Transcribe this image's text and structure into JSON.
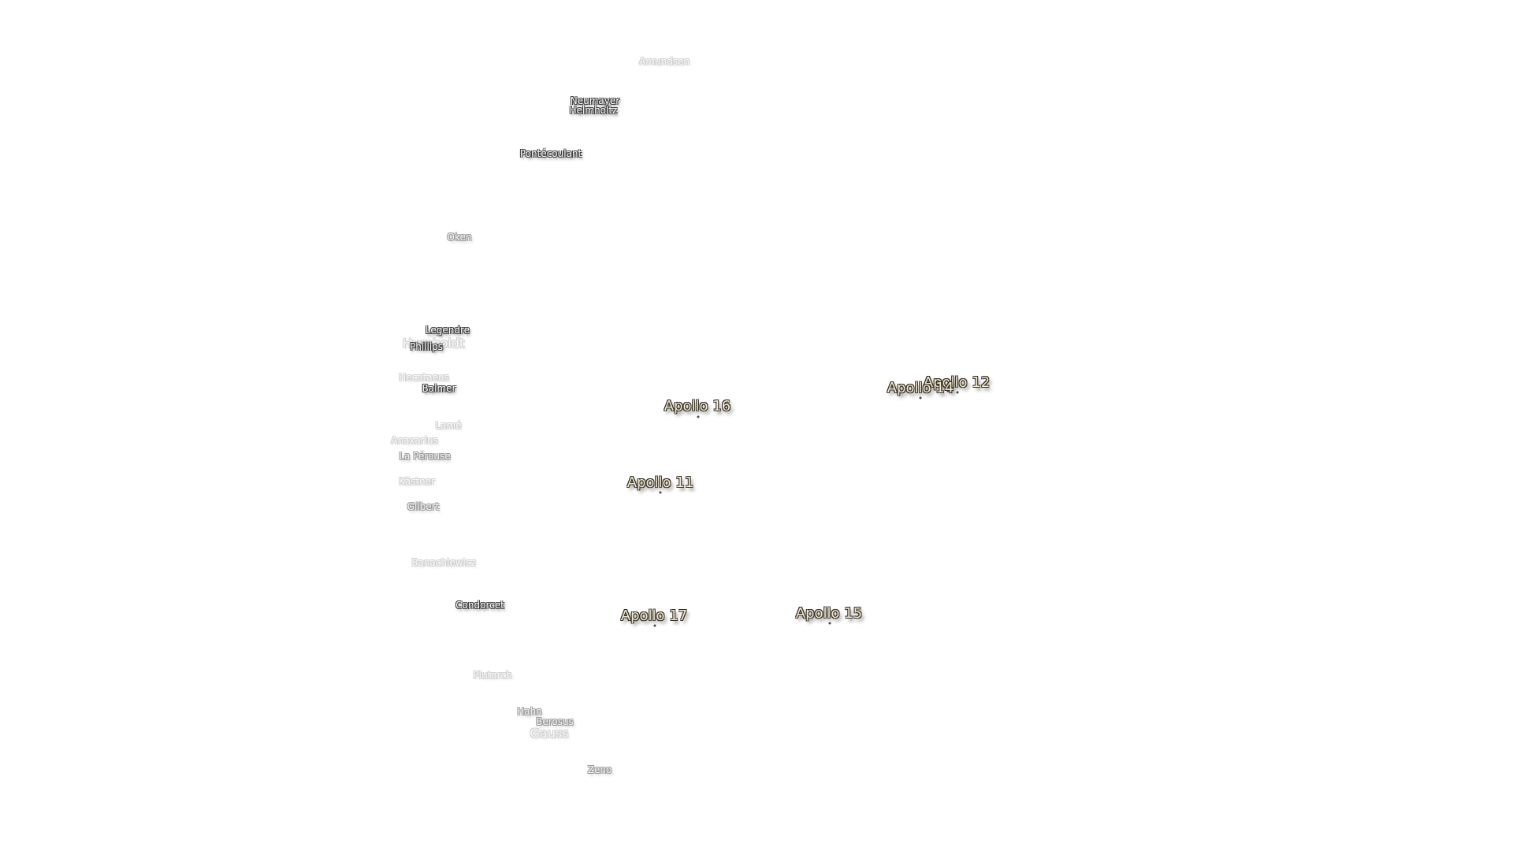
{
  "map": {
    "crater_labels": [
      {
        "name": "Amundsen",
        "style": "faint"
      },
      {
        "name": "Neumayer",
        "style": "normal"
      },
      {
        "name": "Helmholtz",
        "style": "normal"
      },
      {
        "name": "Pontécoulant",
        "style": "normal"
      },
      {
        "name": "Oken",
        "style": "dim"
      },
      {
        "name": "Legendre",
        "style": "normal"
      },
      {
        "name": "Humboldt",
        "style": "faint"
      },
      {
        "name": "Phillips",
        "style": "normal"
      },
      {
        "name": "Hecataeus",
        "style": "faint"
      },
      {
        "name": "Balmer",
        "style": "normal"
      },
      {
        "name": "Lamé",
        "style": "faint"
      },
      {
        "name": "Anaxarius",
        "style": "faint"
      },
      {
        "name": "La Pérouse",
        "style": "dim"
      },
      {
        "name": "Kästner",
        "style": "faint"
      },
      {
        "name": "Gilbert",
        "style": "dim"
      },
      {
        "name": "Banachiewicz",
        "style": "faint"
      },
      {
        "name": "Condorcet",
        "style": "normal"
      },
      {
        "name": "Plutarch",
        "style": "faint"
      },
      {
        "name": "Hahn",
        "style": "dim"
      },
      {
        "name": "Berosus",
        "style": "dim"
      },
      {
        "name": "Gauss",
        "style": "faint"
      },
      {
        "name": "Zeno",
        "style": "dim"
      }
    ],
    "apollo_sites": [
      {
        "name": "Apollo 12"
      },
      {
        "name": "Apollo 14"
      },
      {
        "name": "Apollo 16"
      },
      {
        "name": "Apollo 11"
      },
      {
        "name": "Apollo 17"
      },
      {
        "name": "Apollo 15"
      }
    ]
  }
}
